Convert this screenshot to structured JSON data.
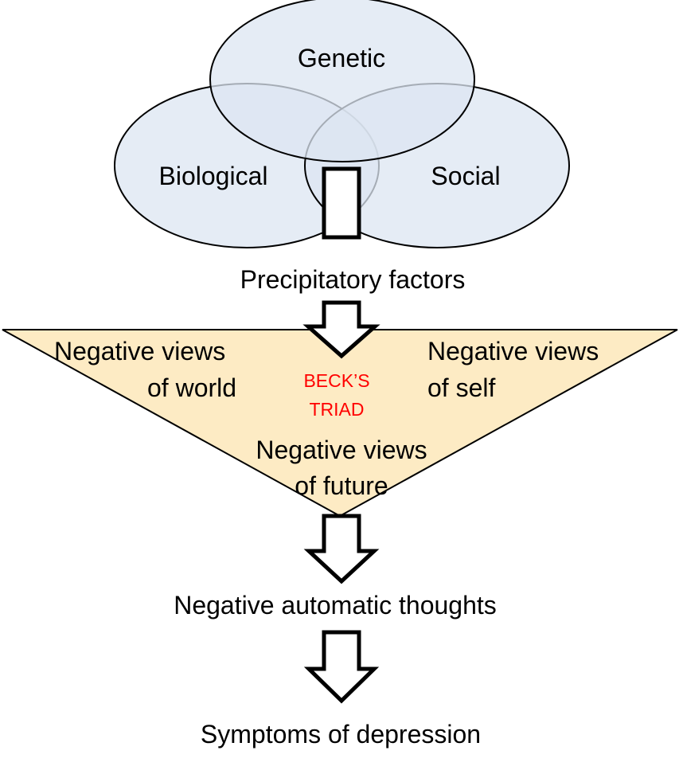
{
  "venn": {
    "top_label": "Genetic",
    "left_label": "Biological",
    "right_label": "Social"
  },
  "flow": {
    "precipitatory_label": "Precipitatory factors",
    "negative_thoughts_label": "Negative automatic thoughts",
    "symptoms_label": "Symptoms of depression"
  },
  "triad": {
    "title_line1": "BECK’S",
    "title_line2": "TRIAD",
    "world_line1": "Negative views",
    "world_line2": "of world",
    "self_line1": "Negative views",
    "self_line2": "of self",
    "future_line1": "Negative views",
    "future_line2": "of future"
  },
  "colors": {
    "circle_fill": "#dce6f2",
    "triangle_fill": "#fdebc4",
    "triad_title": "#ff0000",
    "stroke": "#000000"
  }
}
